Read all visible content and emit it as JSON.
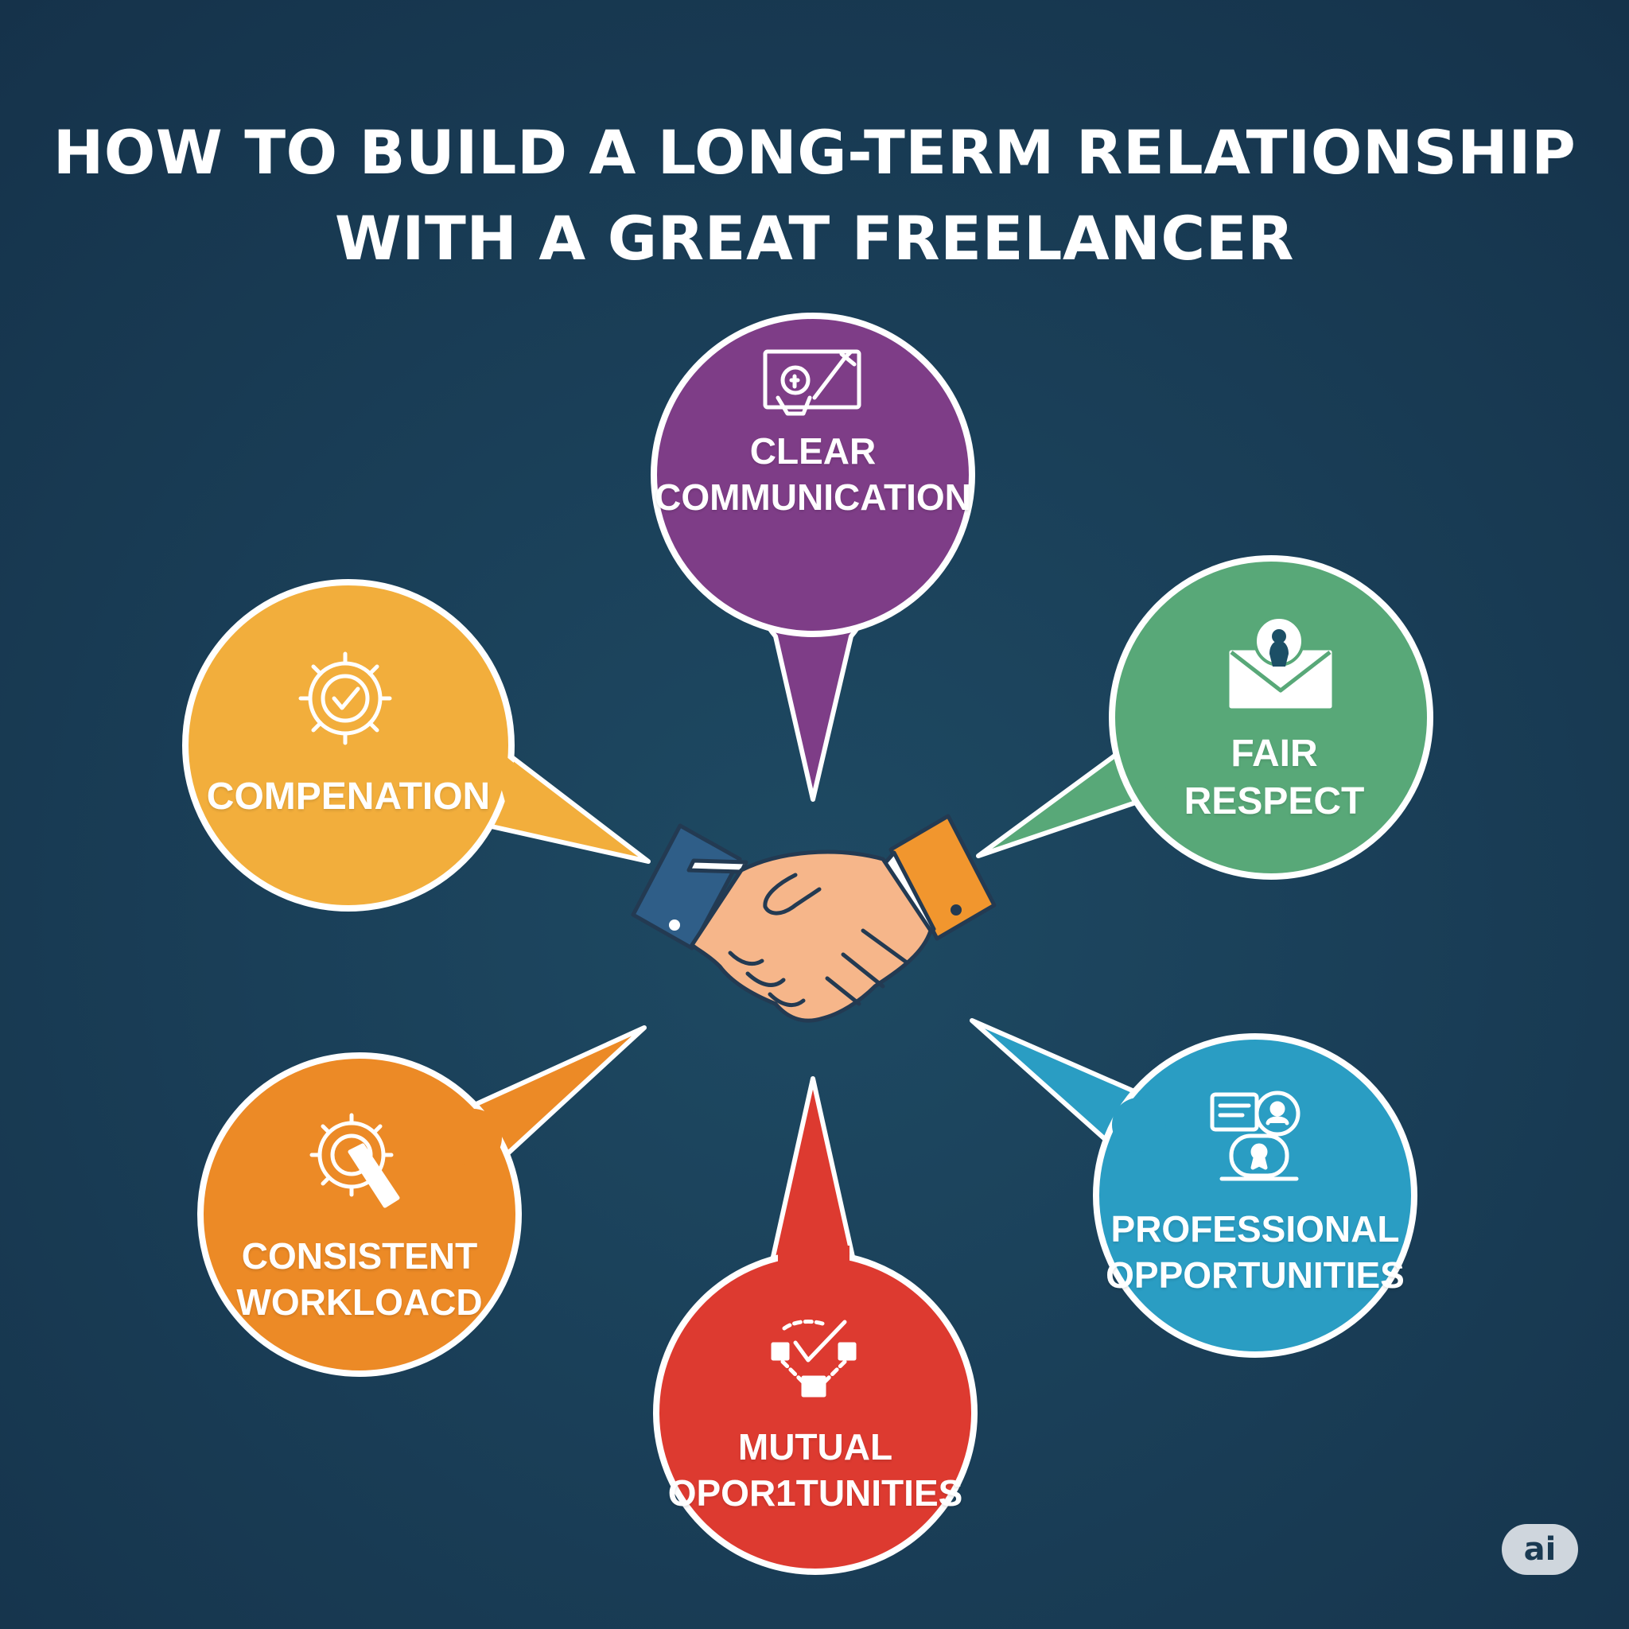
{
  "title": {
    "line1": "HOW TO BUILD A LONG-TERM RELATIONSHIP",
    "line2": "WITH A GREAT FREELANCER"
  },
  "colors": {
    "background": "#1a3f58",
    "purple": "#7e3d87",
    "green": "#58a878",
    "yellow": "#f2ae3c",
    "orange": "#ec8a26",
    "red": "#dd3a30",
    "blue": "#2a9dc3"
  },
  "bubbles": [
    {
      "id": "clear-communication",
      "line1": "CLEAR",
      "line2": "COMMUNICATION",
      "color": "#7e3d87",
      "icon": "whiteboard-pen-icon"
    },
    {
      "id": "fair-respect",
      "line1": "FAIR",
      "line2": "RESPECT",
      "color": "#58a878",
      "icon": "envelope-person-icon"
    },
    {
      "id": "compensation",
      "line1": "COMPENATION",
      "line2": "",
      "color": "#f2ae3c",
      "icon": "gear-check-icon"
    },
    {
      "id": "consistent-workload",
      "line1": "CONSISTENT",
      "line2": "WORKLOACD",
      "color": "#ec8a26",
      "icon": "gear-wrench-icon"
    },
    {
      "id": "mutual-opportunities",
      "line1": "MUTUAL",
      "line2": "OPOR1TUNITIES",
      "color": "#dd3a30",
      "icon": "checklist-network-icon"
    },
    {
      "id": "professional-opportunities",
      "line1": "PROFESSIONAL",
      "line2": "OPPORTUNITIES",
      "color": "#2a9dc3",
      "icon": "chat-award-icon"
    }
  ],
  "center_icon": "handshake-icon",
  "watermark": "ai"
}
